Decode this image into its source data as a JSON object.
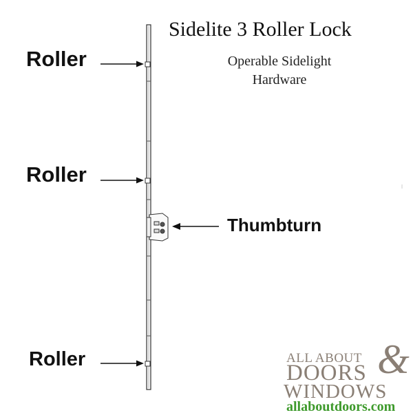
{
  "title": "Sidelite 3 Roller Lock",
  "subtitle_line1": "Operable Sidelight",
  "subtitle_line2": "Hardware",
  "callouts": {
    "roller_top": "Roller",
    "roller_middle": "Roller",
    "thumbturn": "Thumbturn",
    "roller_bottom": "Roller"
  },
  "logo": {
    "line1": "ALL ABOUT",
    "ampersand": "&",
    "line2": "DOORS",
    "line3": "WINDOWS",
    "url": "allaboutdoors.com"
  },
  "colors": {
    "logo_gray": "#8a7f75",
    "url_green": "#3e9a2c",
    "line": "#222222"
  }
}
